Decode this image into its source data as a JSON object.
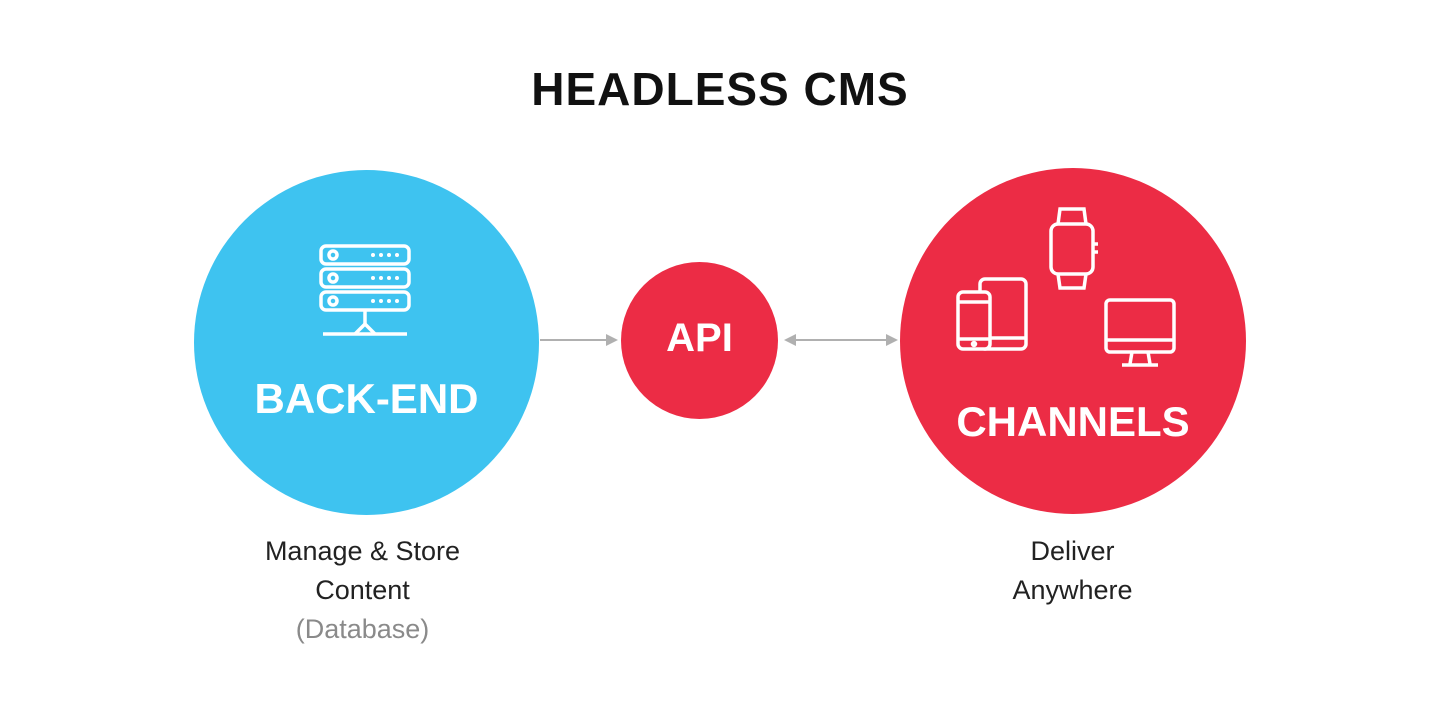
{
  "title": "HEADLESS CMS",
  "colors": {
    "backend": "#3ec3f0",
    "accent": "#ec2c45",
    "connector": "#b0b0b0"
  },
  "backend": {
    "label": "BACK-END",
    "icon": "server-icon",
    "caption": {
      "line1": "Manage & Store",
      "line2": "Content",
      "line3": "(Database)"
    }
  },
  "api": {
    "label": "API"
  },
  "channels": {
    "label": "CHANNELS",
    "icons": [
      "smartwatch-icon",
      "tablet-phone-icon",
      "monitor-icon"
    ],
    "caption": {
      "line1": "Deliver",
      "line2": "Anywhere"
    }
  },
  "connections": [
    {
      "from": "backend",
      "to": "api",
      "direction": "one-way"
    },
    {
      "from": "api",
      "to": "channels",
      "direction": "two-way"
    }
  ]
}
